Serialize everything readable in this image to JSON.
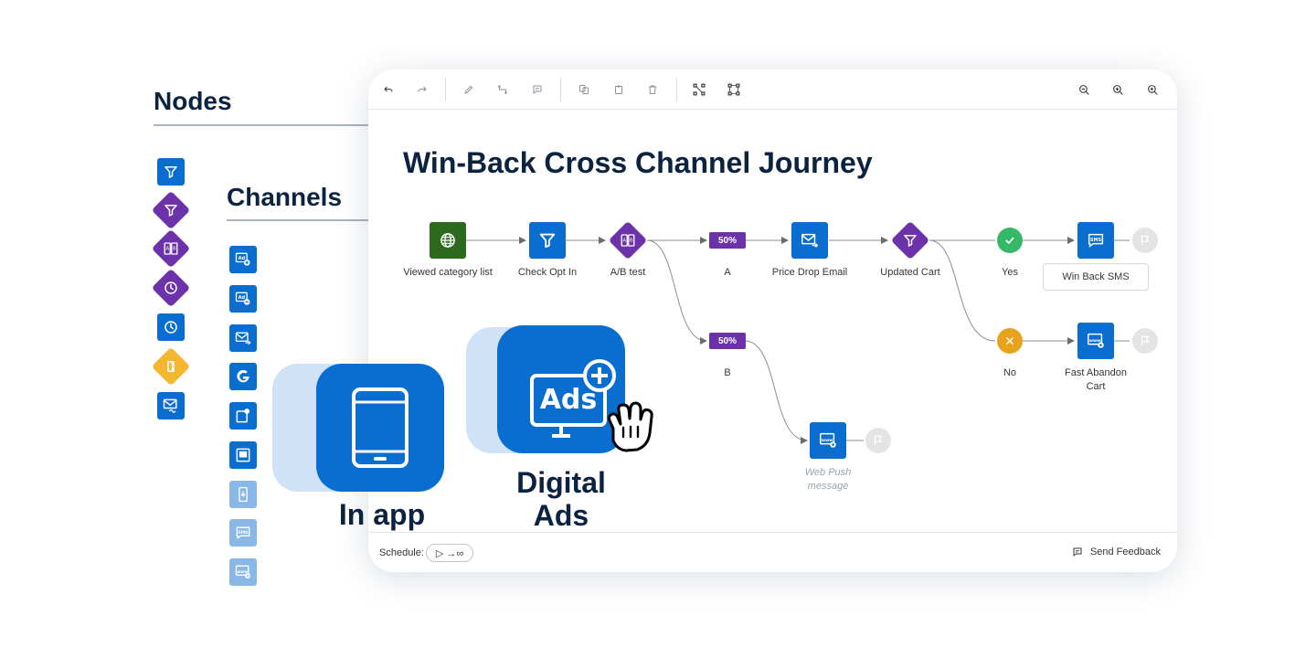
{
  "palette": {
    "nodes_title": "Nodes",
    "channels_title": "Channels"
  },
  "toolbar": {
    "undo": "undo-icon",
    "redo": "redo-icon",
    "edit": "pencil-icon",
    "connect": "connector-icon",
    "comment": "comment-icon",
    "copy": "copy-icon",
    "paste": "paste-icon",
    "delete": "trash-icon",
    "fit": "fit-to-screen-icon",
    "actual": "actual-size-icon",
    "zoom_out": "zoom-out-icon",
    "zoom_in": "zoom-in-icon",
    "zoom_reset": "zoom-reset-icon"
  },
  "canvas": {
    "title": "Win-Back Cross Channel Journey",
    "nodes": {
      "viewed": "Viewed category list",
      "check_opt_in": "Check Opt In",
      "ab_test": "A/B test",
      "split_a_pct": "50%",
      "split_a": "A",
      "split_b_pct": "50%",
      "split_b": "B",
      "price_drop": "Price Drop Email",
      "updated_cart": "Updated Cart",
      "yes": "Yes",
      "no": "No",
      "win_back_sms": "Win Back SMS",
      "fast_abandon": "Fast Abandon Cart",
      "web_push": "Web Push message"
    }
  },
  "footer": {
    "schedule_label": "Schedule:",
    "schedule_value": "▷ →∞",
    "feedback": "Send Feedback"
  },
  "overlays": {
    "in_app": "In app",
    "digital_ads_line1": "Digital",
    "digital_ads_line2": "Ads",
    "ads_icon_text": "Ads"
  },
  "colors": {
    "primary_blue": "#0a6ed1",
    "purple": "#6c32a9",
    "green": "#2b6a1f",
    "yellow": "#f5b630",
    "success": "#36b869",
    "warning": "#e9a21b",
    "title": "#0b2240"
  }
}
